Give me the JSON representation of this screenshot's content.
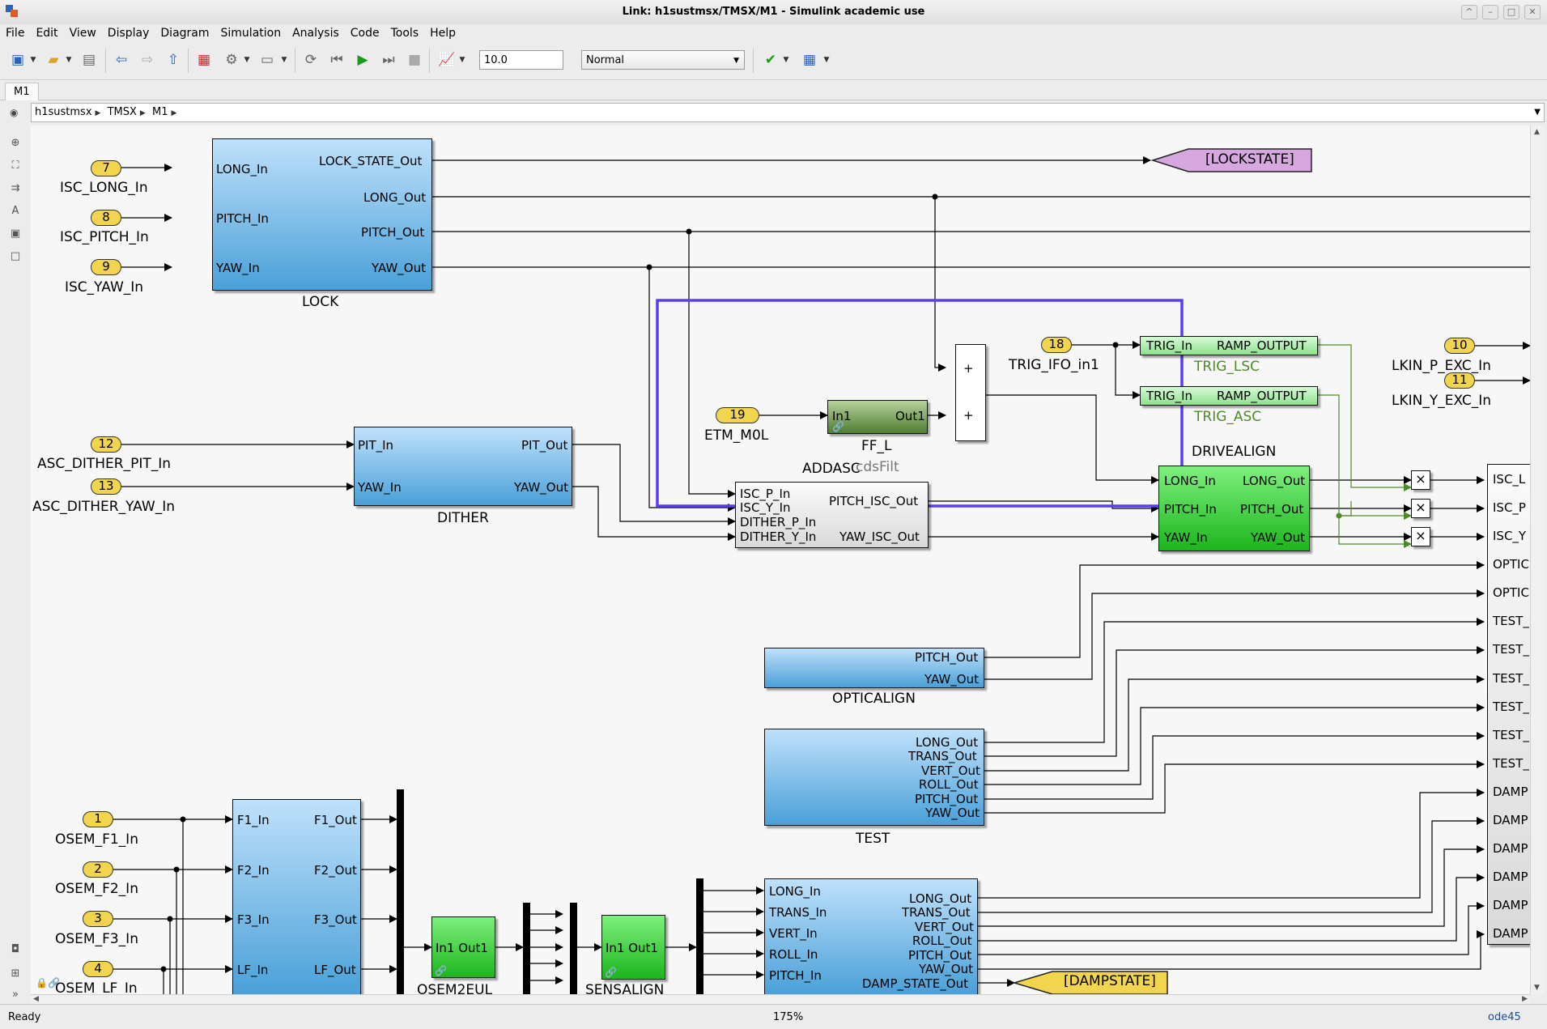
{
  "window": {
    "title": "Link: h1sustmsx/TMSX/M1 - Simulink academic use"
  },
  "menu": [
    "File",
    "Edit",
    "View",
    "Display",
    "Diagram",
    "Simulation",
    "Analysis",
    "Code",
    "Tools",
    "Help"
  ],
  "toolbar": {
    "stop_time": "10.0",
    "sim_mode": "Normal"
  },
  "tab": {
    "label": "M1"
  },
  "breadcrumb": [
    "h1sustmsx",
    "TMSX",
    "M1"
  ],
  "status": {
    "left": "Ready",
    "zoom": "175%",
    "solver": "ode45"
  },
  "colors": {
    "accent_box": "#5b3cf0",
    "block_blue": "#4aa0d8",
    "block_green": "#1db51d",
    "inport_yellow": "#f2d54e",
    "goto_purple": "#d7a8e0",
    "signal_green": "#4e8a2a"
  },
  "diagram": {
    "inports": [
      {
        "num": "7",
        "name": "ISC_LONG_In"
      },
      {
        "num": "8",
        "name": "ISC_PITCH_In"
      },
      {
        "num": "9",
        "name": "ISC_YAW_In"
      },
      {
        "num": "12",
        "name": "ASC_DITHER_PIT_In"
      },
      {
        "num": "13",
        "name": "ASC_DITHER_YAW_In"
      },
      {
        "num": "19",
        "name": "ETM_M0L"
      },
      {
        "num": "18",
        "name": "TRIG_IFO_in1"
      },
      {
        "num": "10",
        "name": "LKIN_P_EXC_In"
      },
      {
        "num": "11",
        "name": "LKIN_Y_EXC_In"
      },
      {
        "num": "1",
        "name": "OSEM_F1_In"
      },
      {
        "num": "2",
        "name": "OSEM_F2_In"
      },
      {
        "num": "3",
        "name": "OSEM_F3_In"
      },
      {
        "num": "4",
        "name": "OSEM_LF_In"
      }
    ],
    "lock": {
      "name": "LOCK",
      "inputs": [
        "LONG_In",
        "PITCH_In",
        "YAW_In"
      ],
      "outputs": [
        "LOCK_STATE_Out",
        "LONG_Out",
        "PITCH_Out",
        "YAW_Out"
      ]
    },
    "dither": {
      "name": "DITHER",
      "inputs": [
        "PIT_In",
        "YAW_In"
      ],
      "outputs": [
        "PIT_Out",
        "YAW_Out"
      ]
    },
    "ff": {
      "name": "FF_L",
      "in": "In1",
      "out": "Out1"
    },
    "sum": {
      "signs": [
        "+",
        "+"
      ]
    },
    "trig_lsc": {
      "name": "TRIG_LSC",
      "in": "TRIG_In",
      "out": "RAMP_OUTPUT"
    },
    "trig_asc": {
      "name": "TRIG_ASC",
      "in": "TRIG_In",
      "out": "RAMP_OUTPUT"
    },
    "addasc": {
      "name": "ADDASC",
      "overlay": "cdsFilt",
      "inputs": [
        "ISC_P_In",
        "ISC_Y_In",
        "DITHER_P_In",
        "DITHER_Y_In"
      ],
      "outputs": [
        "PITCH_ISC_Out",
        "YAW_ISC_Out"
      ]
    },
    "drivealign": {
      "name": "DRIVEALIGN",
      "inputs": [
        "LONG_In",
        "PITCH_In",
        "YAW_In"
      ],
      "outputs": [
        "LONG_Out",
        "PITCH_Out",
        "YAW_Out"
      ]
    },
    "mult": "×",
    "opticalign": {
      "name": "OPTICALIGN",
      "outputs": [
        "PITCH_Out",
        "YAW_Out"
      ]
    },
    "test": {
      "name": "TEST",
      "outputs": [
        "LONG_Out",
        "TRANS_Out",
        "VERT_Out",
        "ROLL_Out",
        "PITCH_Out",
        "YAW_Out"
      ]
    },
    "osem_block": {
      "inputs": [
        "F1_In",
        "F2_In",
        "F3_In",
        "LF_In"
      ],
      "outputs": [
        "F1_Out",
        "F2_Out",
        "F3_Out",
        "LF_Out"
      ]
    },
    "osem2eul": {
      "name": "OSEM2EUL",
      "text": "In1 Out1"
    },
    "sensalign": {
      "name": "SENSALIGN",
      "text": "In1 Out1"
    },
    "damp": {
      "inputs": [
        "LONG_In",
        "TRANS_In",
        "VERT_In",
        "ROLL_In",
        "PITCH_In"
      ],
      "outputs": [
        "LONG_Out",
        "TRANS_Out",
        "VERT_Out",
        "ROLL_Out",
        "PITCH_Out",
        "YAW_Out",
        "DAMP_STATE_Out"
      ]
    },
    "gotos": {
      "lockstate": "[LOCKSTATE]",
      "dampstate": "[DAMPSTATE]"
    },
    "right_block_ports": [
      "ISC_L",
      "ISC_P",
      "ISC_Y",
      "OPTIC",
      "OPTIC",
      "TEST_",
      "TEST_",
      "TEST_",
      "TEST_",
      "TEST_",
      "TEST_",
      "DAMP",
      "DAMP",
      "DAMP",
      "DAMP",
      "DAMP",
      "DAMP"
    ]
  }
}
